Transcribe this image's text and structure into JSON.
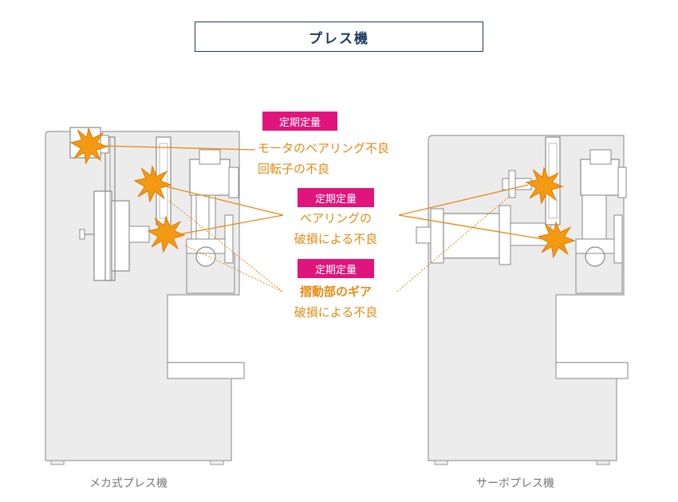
{
  "title": "プレス機",
  "callouts": {
    "motor": {
      "tag": "定期定量",
      "line1": "モータのベアリング不良",
      "line2": "回転子の不良"
    },
    "bearing": {
      "tag": "定期定量",
      "line1": "ベアリングの",
      "line2": "破損による不良"
    },
    "gear": {
      "tag": "定期定量",
      "line1": "摺動部のギア",
      "line2": "破損による不良"
    }
  },
  "captions": {
    "left": "メカ式プレス機",
    "right": "サーボプレス機"
  },
  "colors": {
    "accent": "#e98a12",
    "tag": "#e0157c",
    "title": "#1f3a5f",
    "machine_fill": "#ececec",
    "machine_stroke": "#9a9a9a"
  }
}
